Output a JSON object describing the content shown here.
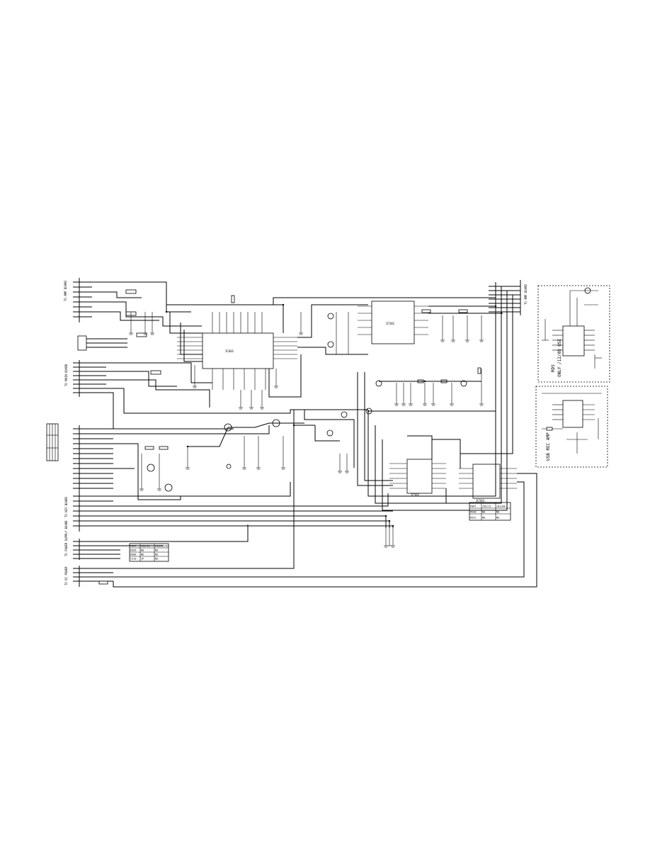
{
  "connectors": {
    "left_top": [
      "TO AMP BOARD"
    ],
    "left_mid": [
      "TO MAIN BOARD",
      "TO KEY BOARD"
    ],
    "left_bottom": [
      "TO POWER SUPPLY BOARD",
      "TO DC POWER"
    ],
    "right_top": [
      "TO AMP BOARD"
    ]
  },
  "insets": {
    "rds_box": {
      "label_line1": "RDS",
      "label_line2": "ONLY /12/05 USE"
    },
    "usb_box": {
      "label": "USB REC AMP"
    }
  },
  "tables": {
    "left_table": {
      "rows": [
        [
          "PART",
          "/05/12",
          "/01/06/07"
        ],
        [
          "R305",
          "NO",
          "NO"
        ],
        [
          "R306",
          "NO",
          "NO"
        ],
        [
          "C310",
          "1P",
          "NO"
        ]
      ]
    },
    "right_table": {
      "rows": [
        [
          "PART",
          "/05/12",
          "/01/06"
        ],
        [
          "R530",
          "NO",
          "NO"
        ],
        [
          "R531",
          "NO",
          "NO"
        ]
      ]
    }
  },
  "chips": {
    "u1": "IC601",
    "u2": "IC501",
    "u3": "IC502",
    "u4": "IC503"
  }
}
